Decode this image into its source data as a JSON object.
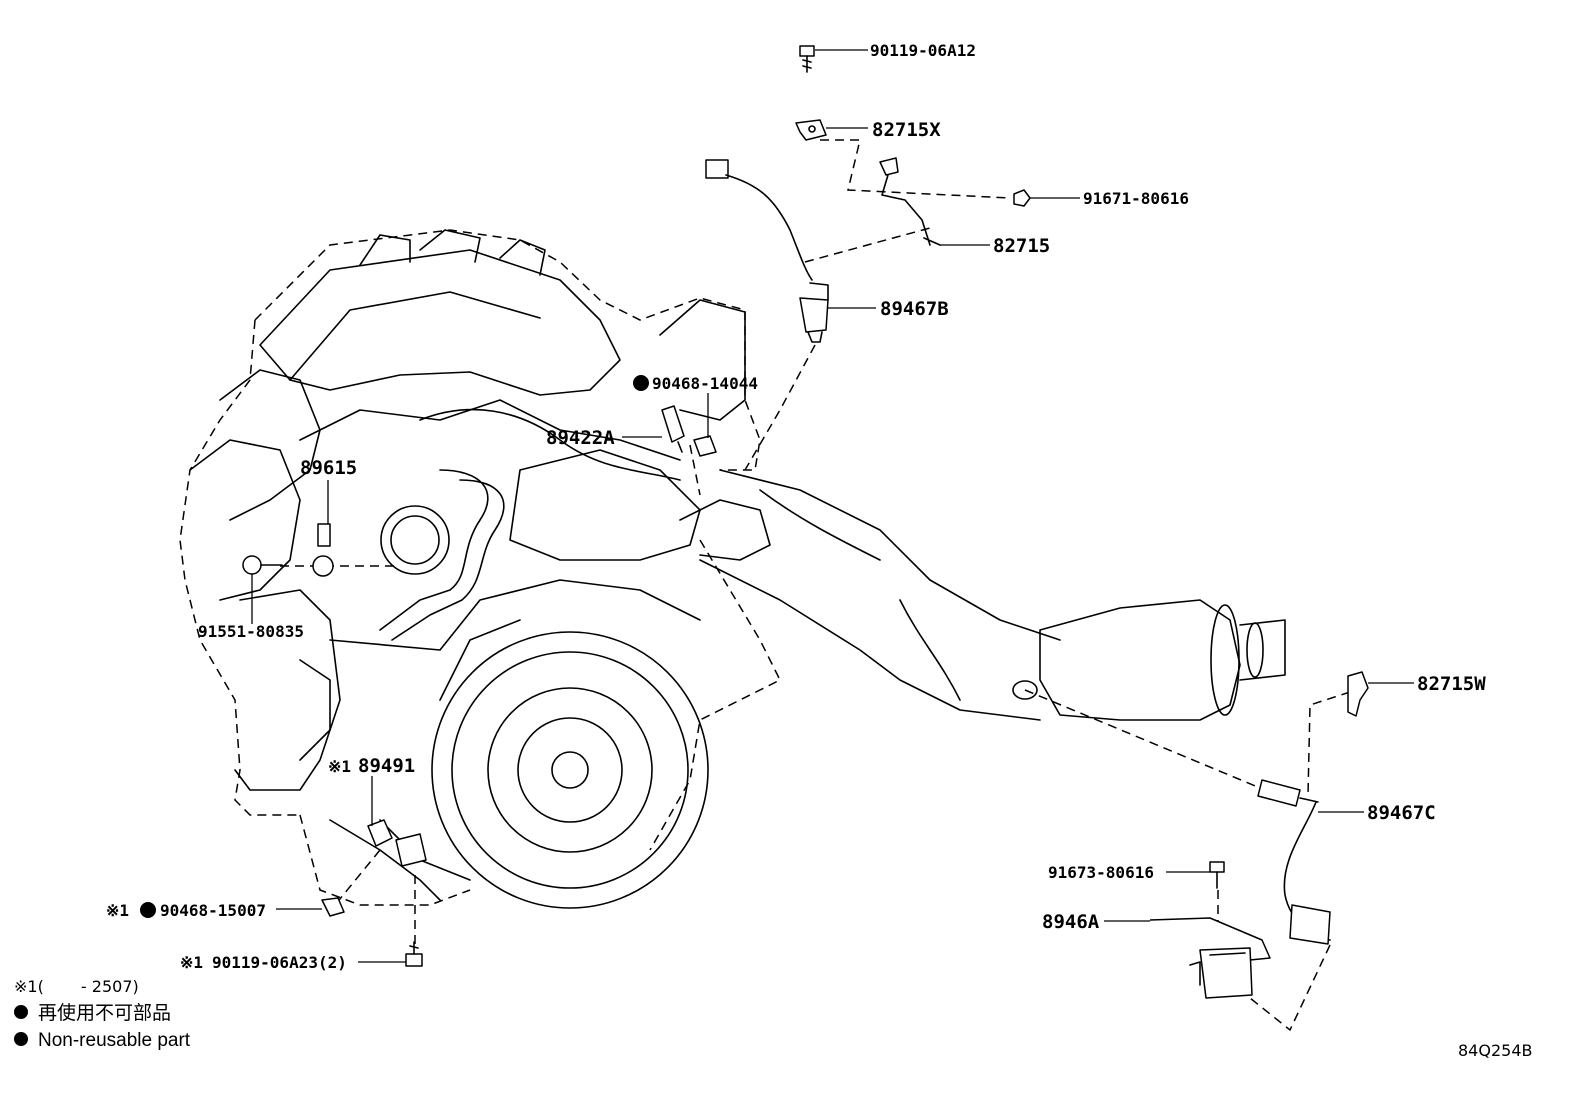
{
  "parts": {
    "p_90119_06A12": "90119-06A12",
    "p_82715X": "82715X",
    "p_91671_80616": "91671-80616",
    "p_82715": "82715",
    "p_89467B": "89467B",
    "p_90468_14044": "90468-14044",
    "p_89422A": "89422A",
    "p_89615": "89615",
    "p_91551_80835": "91551-80835",
    "p_82715W": "82715W",
    "p_89491": "89491",
    "p_89467C": "89467C",
    "p_91673_80616": "91673-80616",
    "p_8946A": "8946A",
    "p_90468_15007": "90468-15007",
    "p_90119_06A23": "90119-06A23(2)"
  },
  "markers": {
    "ref_mark": "※1",
    "bullet": "●"
  },
  "legend": {
    "footnote": "※1(　　 - 2507)",
    "non_reusable_jp": "再使用不可部品",
    "non_reusable_en": "Non-reusable part"
  },
  "drawing_number": "84Q254B",
  "icons": {
    "bullet_icon": "filled-circle",
    "engine_icon": "engine-illustration",
    "converter_icon": "catalytic-converter"
  }
}
